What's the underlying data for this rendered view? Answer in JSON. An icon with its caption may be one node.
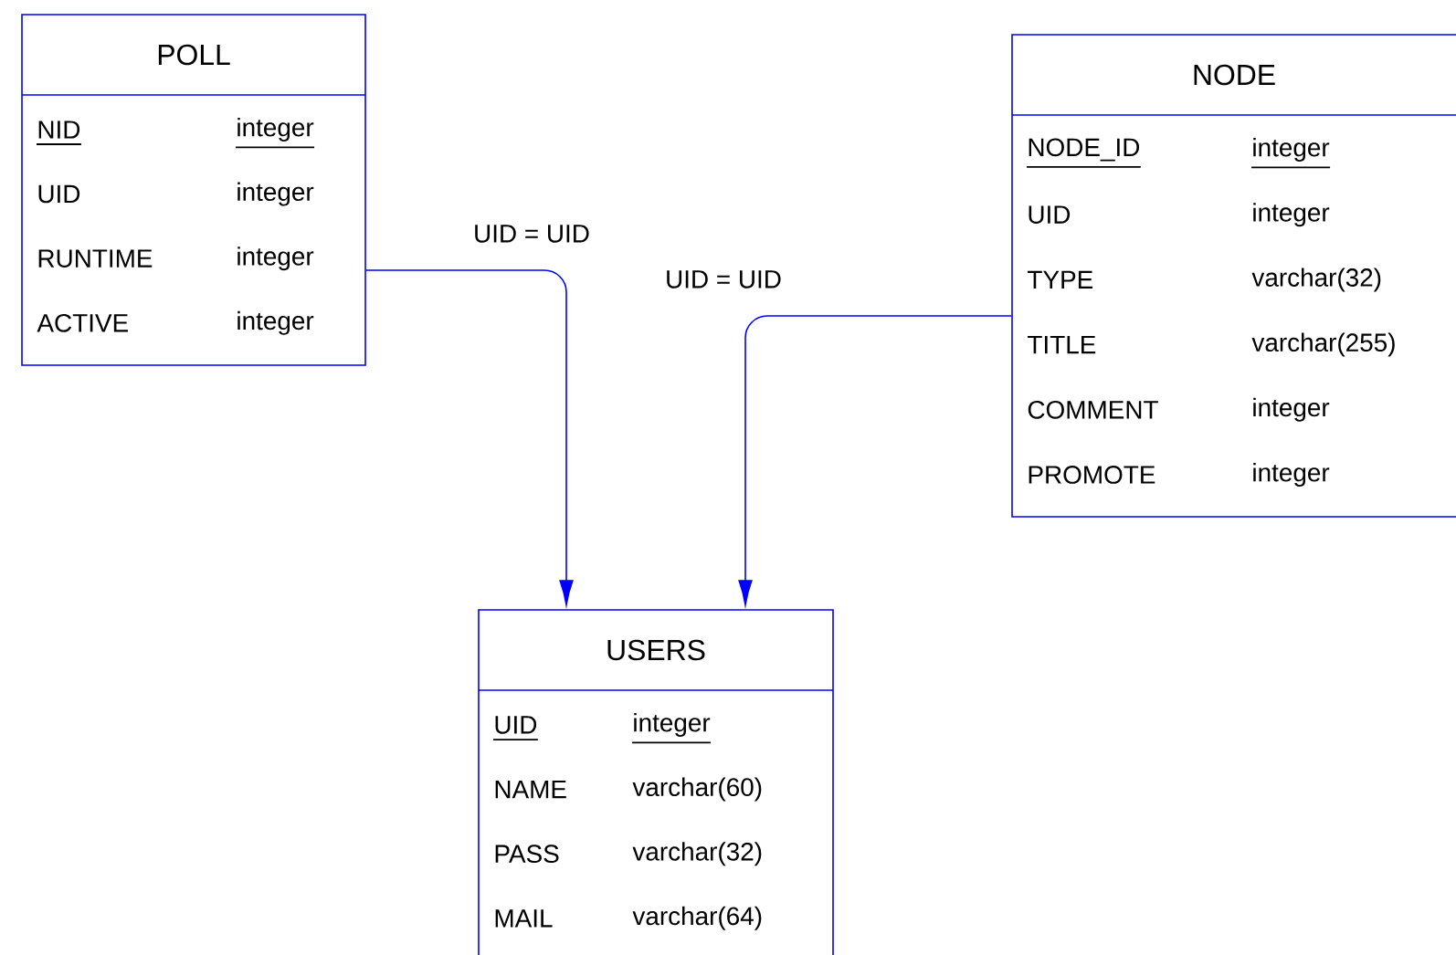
{
  "diagram": {
    "nodes": [
      {
        "text": [
          "POLL",
          "NID",
          "integer",
          "UID",
          "integer",
          "RUNTIME",
          "integer",
          "ACTIVE",
          "integer"
        ]
      },
      {
        "text": [
          "NODE",
          "NODE_ID",
          "integer",
          "UID",
          "integer",
          "TYPE",
          "varchar(32)",
          "TITLE",
          "varchar(255)",
          "COMMENT",
          "integer",
          "PROMOTE",
          "integer"
        ]
      },
      {
        "text": [
          "USERS",
          "UID",
          "integer",
          "NAME",
          "varchar(60)",
          "PASS",
          "varchar(32)",
          "MAIL",
          "varchar(64)"
        ]
      }
    ],
    "edges": [
      {
        "from": 0,
        "to": 2,
        "arrow": "to",
        "label": "UID = UID"
      },
      {
        "from": 1,
        "to": 2,
        "arrow": "to",
        "label": "UID = UID"
      }
    ]
  }
}
